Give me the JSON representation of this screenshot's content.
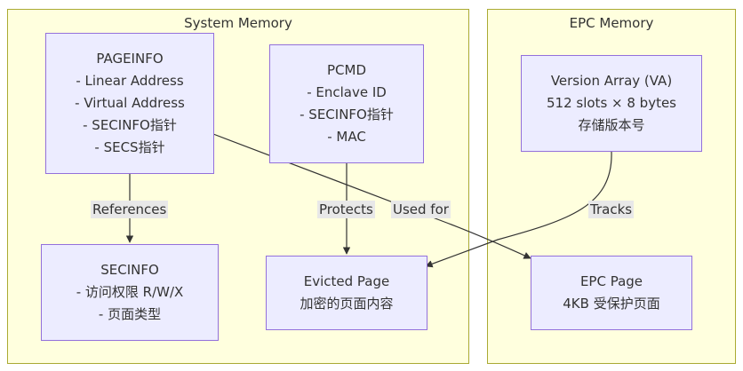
{
  "clusters": {
    "system_memory": {
      "title": "System Memory"
    },
    "epc_memory": {
      "title": "EPC Memory"
    }
  },
  "nodes": {
    "pageinfo": {
      "lines": [
        "PAGEINFO",
        "- Linear Address",
        "- Virtual Address",
        "- SECINFO指针",
        "- SECS指针"
      ]
    },
    "pcmd": {
      "lines": [
        "PCMD",
        "- Enclave ID",
        "- SECINFO指针",
        "- MAC"
      ]
    },
    "secinfo": {
      "lines": [
        "SECINFO",
        "- 访问权限 R/W/X",
        "- 页面类型"
      ]
    },
    "evicted_page": {
      "lines": [
        "Evicted Page",
        "加密的页面内容"
      ]
    },
    "version_array": {
      "lines": [
        "Version Array (VA)",
        "512 slots × 8 bytes",
        "存储版本号"
      ]
    },
    "epc_page": {
      "lines": [
        "EPC Page",
        "4KB 受保护页面"
      ]
    }
  },
  "edges": {
    "references": "References",
    "protects": "Protects",
    "used_for": "Used for",
    "tracks": "Tracks"
  },
  "colors": {
    "cluster_fill": "#ffffde",
    "cluster_border": "#aaaa33",
    "node_fill": "#ececff",
    "node_border": "#9370db",
    "edge": "#333333",
    "label_bg": "#e8e8e8"
  }
}
